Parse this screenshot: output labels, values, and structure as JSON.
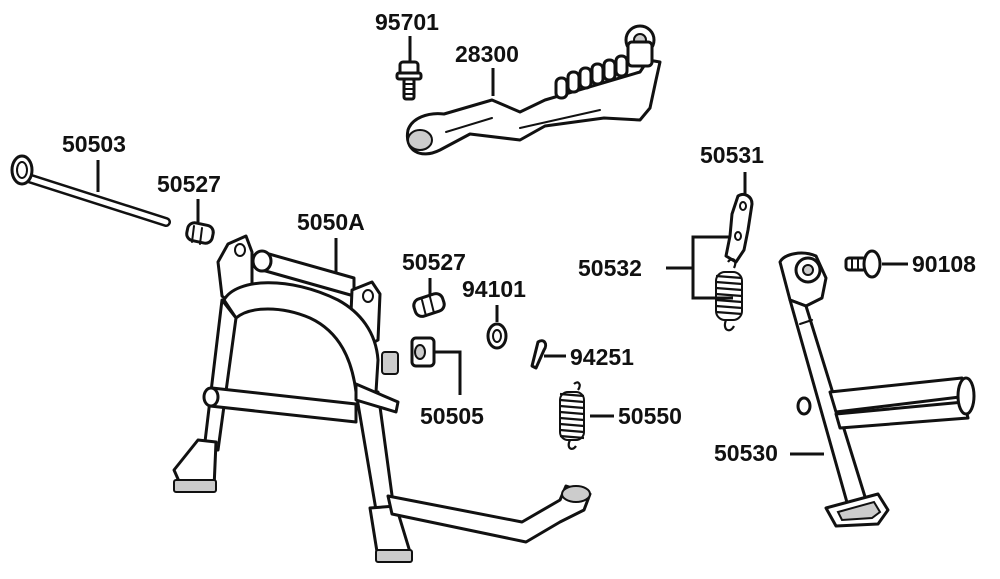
{
  "labels": {
    "p95701": "95701",
    "p28300": "28300",
    "p50503": "50503",
    "p50527a": "50527",
    "p5050A": "5050A",
    "p50527b": "50527",
    "p94101": "94101",
    "p50531": "50531",
    "p50532": "50532",
    "p90108": "90108",
    "p94251": "94251",
    "p50505": "50505",
    "p50550": "50550",
    "p50530": "50530"
  }
}
